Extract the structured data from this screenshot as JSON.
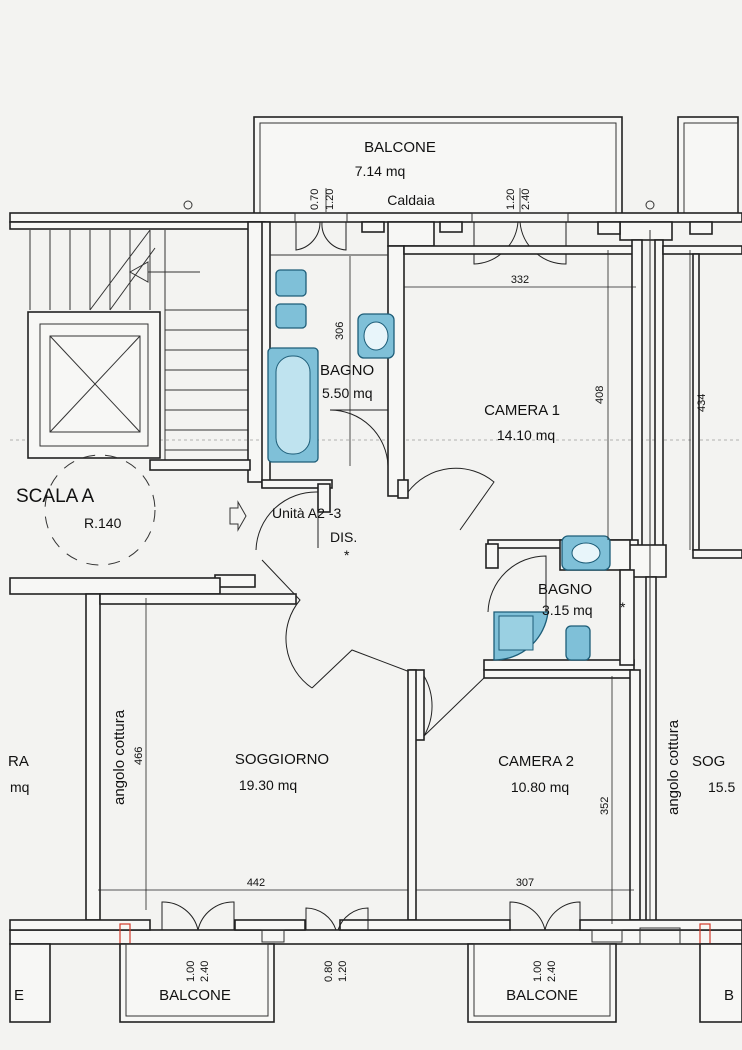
{
  "colors": {
    "wall": "#222222",
    "fixture": "#7fc0d8",
    "fixture_stroke": "#1d5d78",
    "paper": "#f3f3f1",
    "marker": "#d03a2a"
  },
  "rooms": {
    "balcone_top": {
      "name": "BALCONE",
      "area": "7.14 mq"
    },
    "caldaia": "Caldaia",
    "bagno1": {
      "name": "BAGNO",
      "area": "5.50 mq"
    },
    "camera1": {
      "name": "CAMERA 1",
      "area": "14.10 mq"
    },
    "scala": {
      "name": "SCALA A",
      "ref": "R.140"
    },
    "unita": {
      "name": "Unità A2 -3",
      "sub": "DIS.",
      "mark": "*"
    },
    "bagno2": {
      "name": "BAGNO",
      "area": "3.15 mq",
      "mark": "*"
    },
    "soggiorno": {
      "name": "SOGGIORNO",
      "area": "19.30 mq"
    },
    "camera2": {
      "name": "CAMERA 2",
      "area": "10.80 mq"
    },
    "angolo_left": "angolo cottura",
    "angolo_right": "angolo cottura",
    "left_partial": {
      "name": "RA",
      "area": "mq"
    },
    "right_partial": {
      "name": "SOG",
      "area": "15.5"
    },
    "balcone_b1": "BALCONE",
    "balcone_b2": "BALCONE",
    "edge_left": "E",
    "edge_right": "B"
  },
  "dimensions": {
    "top_door_w": "0.70",
    "top_door_h": "1.20",
    "top_win_w": "1.20",
    "top_win_h": "2.40",
    "bagno1_h": "306",
    "camera1_w": "332",
    "camera1_h": "408",
    "right_h": "434",
    "angolo_h": "466",
    "soggiorno_w": "442",
    "camera2_w": "307",
    "camera2_h": "352",
    "bot_win1_w": "1.00",
    "bot_win1_h": "2.40",
    "bot_win2_w": "0.80",
    "bot_win2_h": "1.20",
    "bot_win3_w": "1.00",
    "bot_win3_h": "2.40"
  }
}
